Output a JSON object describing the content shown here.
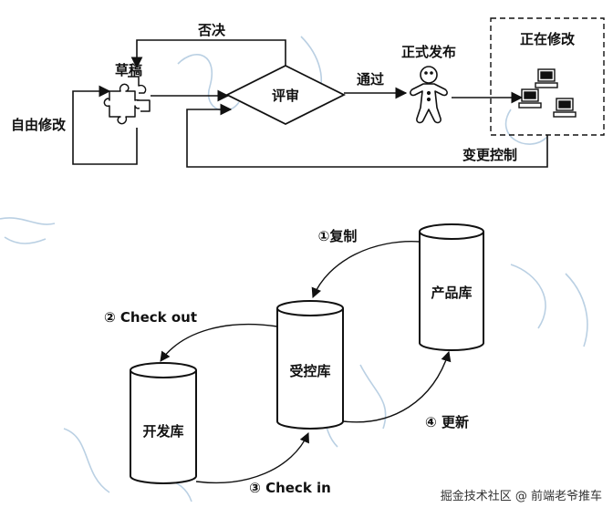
{
  "flow": {
    "free_edit": "自由修改",
    "draft": "草稿",
    "reject": "否决",
    "review": "评审",
    "pass": "通过",
    "release": "正式发布",
    "editing": "正在修改",
    "change_control": "变更控制"
  },
  "repo": {
    "copy": "①复制",
    "product_repo": "产品库",
    "checkout": "② Check out",
    "controlled_repo": "受控库",
    "dev_repo": "开发库",
    "update": "④ 更新",
    "checkin": "③ Check in"
  },
  "watermark": "掘金技术社区 @ 前端老爷推车",
  "colors": {
    "line": "#111111",
    "text": "#111111",
    "background": "#ffffff",
    "sketch": "#a9c4dc"
  }
}
